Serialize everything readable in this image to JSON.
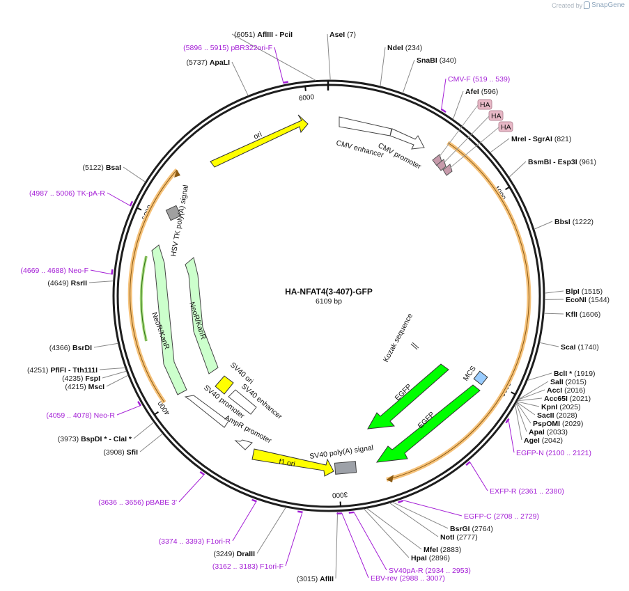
{
  "credit": {
    "prefix": "Created by",
    "brand": "SnapGene"
  },
  "plasmid": {
    "name": "HA-NFAT4(3-407)-GFP",
    "size_label": "6109 bp",
    "length": 6109
  },
  "ticks": [
    {
      "pos": 1000,
      "label": "1000"
    },
    {
      "pos": 2000,
      "label": "2000"
    },
    {
      "pos": 3000,
      "label": "3000"
    },
    {
      "pos": 4000,
      "label": "4000"
    },
    {
      "pos": 5000,
      "label": "5000"
    },
    {
      "pos": 6000,
      "label": "6000"
    }
  ],
  "enzymes": [
    {
      "name": "AflIII",
      "sep": " - ",
      "name2": "PciI",
      "pos": "(6051)",
      "num_first": true,
      "p": 6051
    },
    {
      "name": "AseI",
      "pos": "(7)",
      "p": 7
    },
    {
      "name": "NdeI",
      "pos": "(234)",
      "p": 234
    },
    {
      "name": "SnaBI",
      "pos": "(340)",
      "p": 340
    },
    {
      "name": "AfeI",
      "pos": "(596)",
      "p": 596
    },
    {
      "name": "MreI",
      "sep": " - ",
      "name2": "SgrAI",
      "pos": "(821)",
      "p": 821
    },
    {
      "name": "BsmBI",
      "sep": " - ",
      "name2": "Esp3I",
      "pos": "(961)",
      "p": 961
    },
    {
      "name": "BbsI",
      "pos": "(1222)",
      "p": 1222
    },
    {
      "name": "BlpI",
      "pos": "(1515)",
      "p": 1515
    },
    {
      "name": "EcoNI",
      "pos": "(1544)",
      "p": 1544
    },
    {
      "name": "KflI",
      "pos": "(1606)",
      "p": 1606
    },
    {
      "name": "ScaI",
      "pos": "(1740)",
      "p": 1740
    },
    {
      "name": "BclI *",
      "pos": "(1919)",
      "p": 1919
    },
    {
      "name": "SalI",
      "pos": "(2015)",
      "p": 2015
    },
    {
      "name": "AccI",
      "pos": "(2016)",
      "p": 2016
    },
    {
      "name": "Acc65I",
      "pos": "(2021)",
      "p": 2021
    },
    {
      "name": "KpnI",
      "pos": "(2025)",
      "p": 2025
    },
    {
      "name": "SacII",
      "pos": "(2028)",
      "p": 2028
    },
    {
      "name": "PspOMI",
      "pos": "(2029)",
      "p": 2029
    },
    {
      "name": "ApaI",
      "pos": "(2033)",
      "p": 2033
    },
    {
      "name": "AgeI",
      "pos": "(2042)",
      "p": 2042
    },
    {
      "name": "BsrGI",
      "pos": "(2764)",
      "p": 2764
    },
    {
      "name": "NotI",
      "pos": "(2777)",
      "p": 2777
    },
    {
      "name": "MfeI",
      "pos": "(2883)",
      "p": 2883
    },
    {
      "name": "HpaI",
      "pos": "(2896)",
      "p": 2896
    },
    {
      "name": "AflII",
      "pos": "(3015)",
      "num_first": true,
      "p": 3015
    },
    {
      "name": "DraIII",
      "pos": "(3249)",
      "num_first": true,
      "p": 3249
    },
    {
      "name": "SfiI",
      "pos": "(3908)",
      "num_first": true,
      "p": 3908
    },
    {
      "name": "BspDI *",
      "sep": " - ",
      "name2": "ClaI *",
      "pos": "(3973)",
      "num_first": true,
      "p": 3973
    },
    {
      "name": "MscI",
      "pos": "(4215)",
      "num_first": true,
      "p": 4215
    },
    {
      "name": "FspI",
      "pos": "(4235)",
      "num_first": true,
      "p": 4235
    },
    {
      "name": "PflFI",
      "sep": " - ",
      "name2": "Tth111I",
      "pos": "(4251)",
      "num_first": true,
      "p": 4251
    },
    {
      "name": "BsrDI",
      "pos": "(4366)",
      "num_first": true,
      "p": 4366
    },
    {
      "name": "RsrII",
      "pos": "(4649)",
      "num_first": true,
      "p": 4649
    },
    {
      "name": "BsaI",
      "pos": "(5122)",
      "num_first": true,
      "p": 5122
    },
    {
      "name": "ApaLI",
      "pos": "(5737)",
      "num_first": true,
      "p": 5737
    }
  ],
  "primers": [
    {
      "name": "pBR322ori-F",
      "pos": "(5896 .. 5915)",
      "num_first": true,
      "p": 5905
    },
    {
      "name": "CMV-F",
      "pos": "(519 .. 539)",
      "p": 529
    },
    {
      "name": "TK-pA-R",
      "pos": "(4987 .. 5006)",
      "num_first": true,
      "p": 4996
    },
    {
      "name": "Neo-F",
      "pos": "(4669 .. 4688)",
      "num_first": true,
      "p": 4678
    },
    {
      "name": "Neo-R",
      "pos": "(4059 .. 4078)",
      "num_first": true,
      "p": 4068
    },
    {
      "name": "pBABE 3'",
      "pos": "(3636 .. 3656)",
      "num_first": true,
      "p": 3646
    },
    {
      "name": "F1ori-R",
      "pos": "(3374 .. 3393)",
      "num_first": true,
      "p": 3383
    },
    {
      "name": "F1ori-F",
      "pos": "(3162 .. 3183)",
      "num_first": true,
      "p": 3172
    },
    {
      "name": "EBV-rev",
      "pos": "(2988 .. 3007)",
      "p": 2997
    },
    {
      "name": "SV40pA-R",
      "pos": "(2934 .. 2953)",
      "p": 2943
    },
    {
      "name": "EGFP-C",
      "pos": "(2708 .. 2729)",
      "p": 2718
    },
    {
      "name": "EXFP-R",
      "pos": "(2361 .. 2380)",
      "p": 2370
    },
    {
      "name": "EGFP-N",
      "pos": "(2100 .. 2121)",
      "p": 2110
    }
  ],
  "features": [
    {
      "name": "CMV enhancer",
      "color": "#ffffff",
      "type": "promoter"
    },
    {
      "name": "CMV promoter",
      "color": "#ffffff",
      "type": "promoter"
    },
    {
      "name": "ori",
      "color": "#ffff00",
      "type": "rep_origin"
    },
    {
      "name": "HSV TK poly(A) signal",
      "color": "#999999",
      "type": "terminator"
    },
    {
      "name": "NeoR/KanR",
      "color": "#ccffcc",
      "type": "cds"
    },
    {
      "name": "NeoR/KanR",
      "color": "#ccffcc",
      "type": "cds"
    },
    {
      "name": "SV40 ori",
      "color": "#ffff00",
      "type": "rep_origin"
    },
    {
      "name": "SV40 enhancer",
      "color": "#ffffff",
      "type": "enhancer"
    },
    {
      "name": "SV40 promoter",
      "color": "#ffffff",
      "type": "promoter"
    },
    {
      "name": "AmpR promoter",
      "color": "#ffffff",
      "type": "promoter"
    },
    {
      "name": "f1 ori",
      "color": "#ffff00",
      "type": "rep_origin"
    },
    {
      "name": "SV40 poly(A) signal",
      "color": "#999999",
      "type": "terminator"
    },
    {
      "name": "EGFP",
      "color": "#00ff00",
      "type": "cds"
    },
    {
      "name": "EGFP",
      "color": "#00ff00",
      "type": "cds"
    },
    {
      "name": "MCS",
      "color": "#99ccff",
      "type": "misc"
    },
    {
      "name": "Kozak sequence",
      "color": "#ffffff",
      "type": "misc"
    },
    {
      "name": "HA",
      "color": "#e7b8c6",
      "type": "tag"
    },
    {
      "name": "HA",
      "color": "#e7b8c6",
      "type": "tag"
    },
    {
      "name": "HA",
      "color": "#e7b8c6",
      "type": "tag"
    }
  ],
  "colors": {
    "backbone": "#222222",
    "primer": "#a41fd6",
    "orf": "#f0a020"
  }
}
